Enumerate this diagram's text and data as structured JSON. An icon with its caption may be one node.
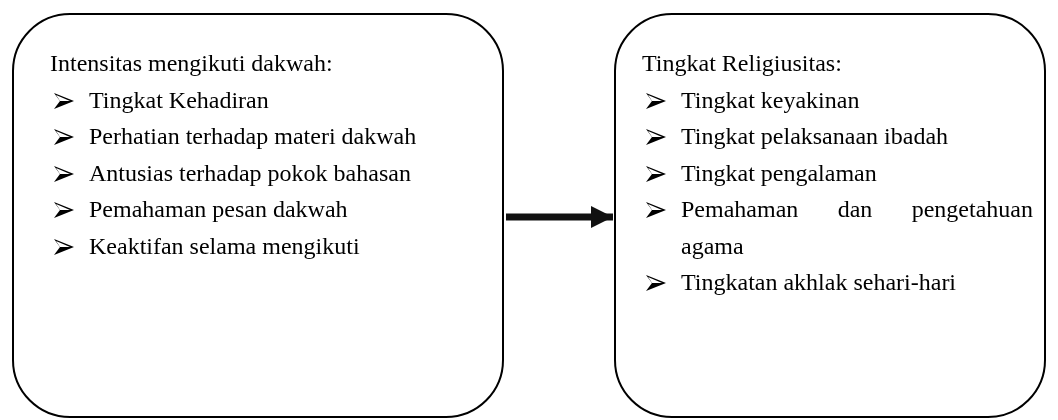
{
  "diagram": {
    "nodes": [
      {
        "text": [
          "Intensitas mengikuti dakwah:",
          "Tingkat Kehadiran",
          "Perhatian terhadap materi dakwah",
          "Antusias terhadap pokok bahasan",
          "Pemahaman pesan dakwah",
          "Keaktifan selama mengikuti"
        ]
      },
      {
        "text": [
          "Tingkat Religiusitas:",
          "Tingkat keyakinan",
          "Tingkat pelaksanaan ibadah",
          "Tingkat pengalaman",
          "Pemahaman dan pengetahuan agama",
          "Tingkatan akhlak sehari-hari"
        ]
      }
    ],
    "edges": [
      {
        "from": 0,
        "to": 1,
        "arrow": "to"
      }
    ]
  }
}
